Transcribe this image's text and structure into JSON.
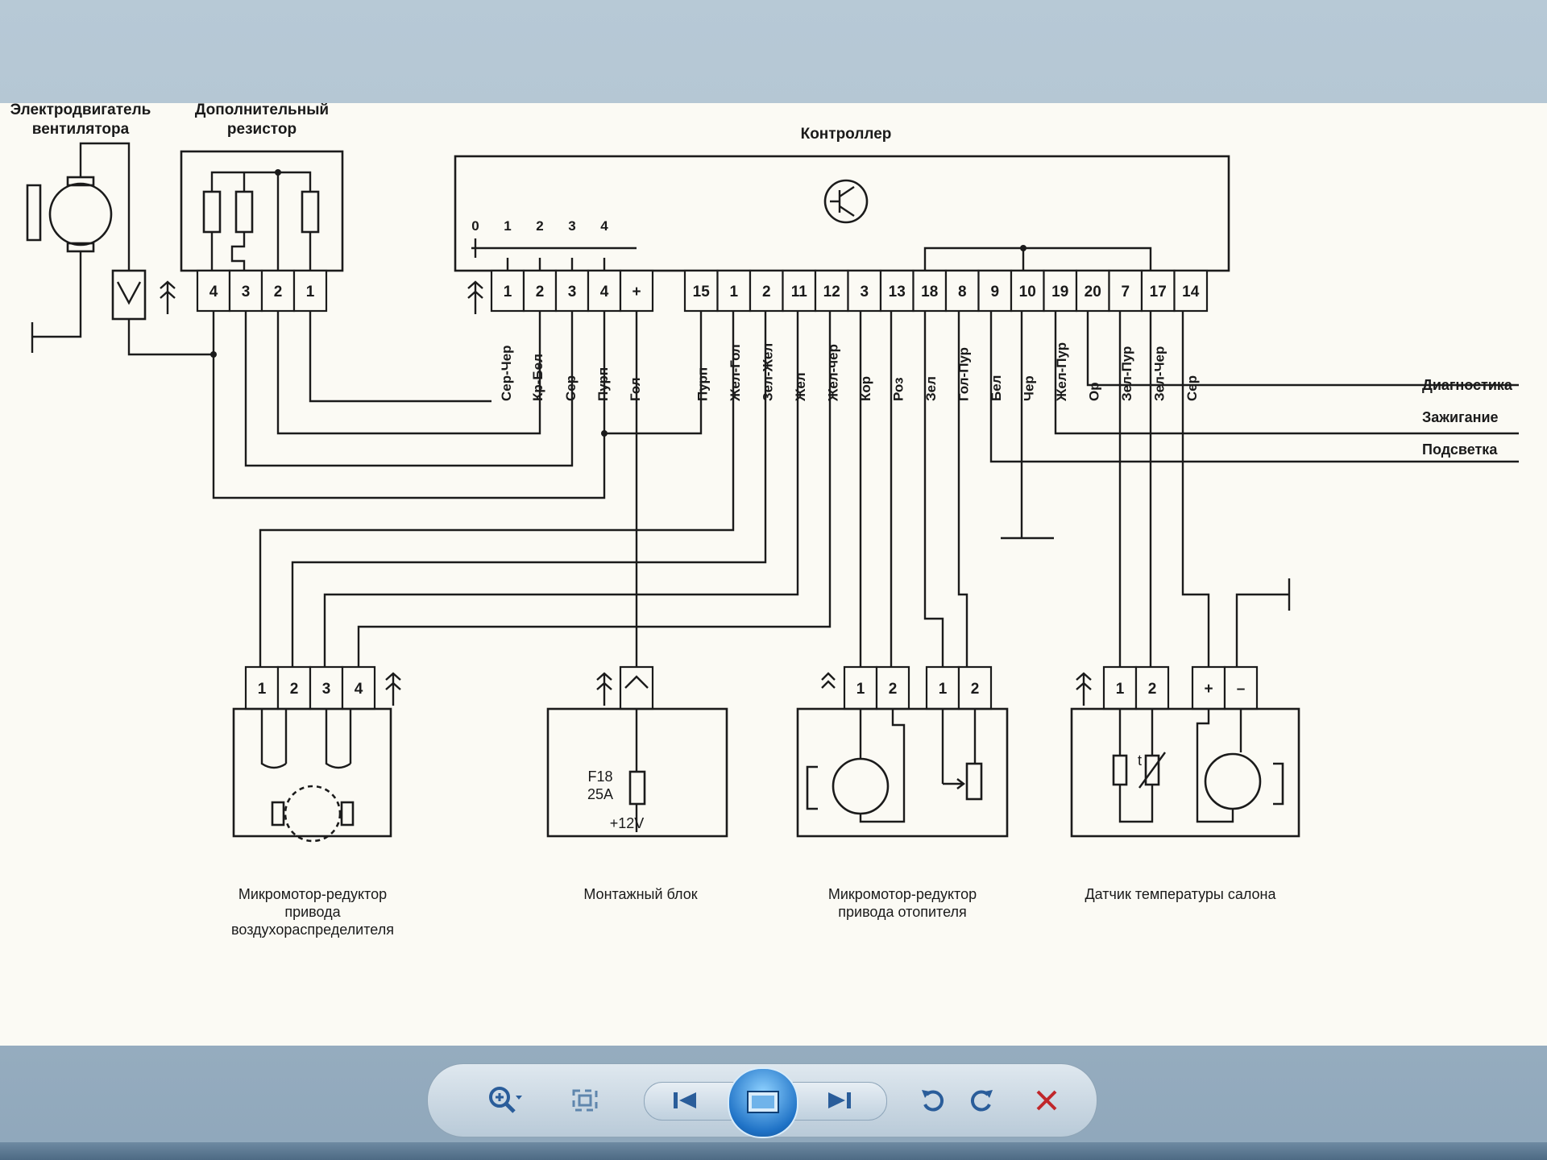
{
  "diagram": {
    "fan_motor_title": [
      "Электродвигатель",
      "вентилятора"
    ],
    "resistor_title": [
      "Дополнительный",
      "резистор"
    ],
    "controller_title": "Контроллер",
    "controller_scale": [
      "0",
      "1",
      "2",
      "3",
      "4"
    ],
    "resistor_pins": [
      "4",
      "3",
      "2",
      "1"
    ],
    "controller_left_pins": [
      "1",
      "2",
      "3",
      "4",
      "+"
    ],
    "controller_right_pins": [
      "15",
      "1",
      "2",
      "11",
      "12",
      "3",
      "13",
      "18",
      "8",
      "9",
      "10",
      "19",
      "20",
      "7",
      "17",
      "14"
    ],
    "wires_left": [
      "Сер-Чер",
      "Кр-Бел",
      "Сер",
      "Пурп",
      "Гол"
    ],
    "wires_right": [
      "Пурп",
      "Жел-Гол",
      "Зел-Жел",
      "Жел",
      "Жел-чер",
      "Кор",
      "Роз",
      "Зел",
      "Гол-Пур",
      "Бел",
      "Чер",
      "Жел-Пур",
      "Ор",
      "Зел-Пур",
      "Зел-Чер",
      "Сер"
    ],
    "signals": [
      "Диагностика",
      "Зажигание",
      "Подсветка"
    ],
    "air_motor_pins": [
      "1",
      "2",
      "3",
      "4"
    ],
    "air_motor_caption": [
      "Микромотор-редуктор",
      "привода",
      "воздухораспределителя"
    ],
    "fuse_label": [
      "F18",
      "25А"
    ],
    "supply_label": "+12V",
    "mount_block_caption": "Монтажный блок",
    "heater_motor_pins_a": [
      "1",
      "2"
    ],
    "heater_motor_pins_b": [
      "1",
      "2"
    ],
    "heater_motor_caption": [
      "Микромотор-редуктор",
      "привода отопителя"
    ],
    "temp_sensor_pins_a": [
      "1",
      "2"
    ],
    "temp_sensor_pins_b": [
      "+",
      "–"
    ],
    "temp_sensor_caption": "Датчик температуры салона",
    "thermistor_mark": "t"
  },
  "toolbar": {
    "zoom_icon": "zoom-magnifier-icon",
    "fit_icon": "fit-screen-icon",
    "prev_icon": "previous-icon",
    "slideshow_icon": "slideshow-icon",
    "next_icon": "next-icon",
    "rotate_left_icon": "rotate-ccw-icon",
    "rotate_right_icon": "rotate-cw-icon",
    "delete_icon": "delete-x-icon",
    "accent": "#1f72c6",
    "delete_color": "#c0262a"
  }
}
